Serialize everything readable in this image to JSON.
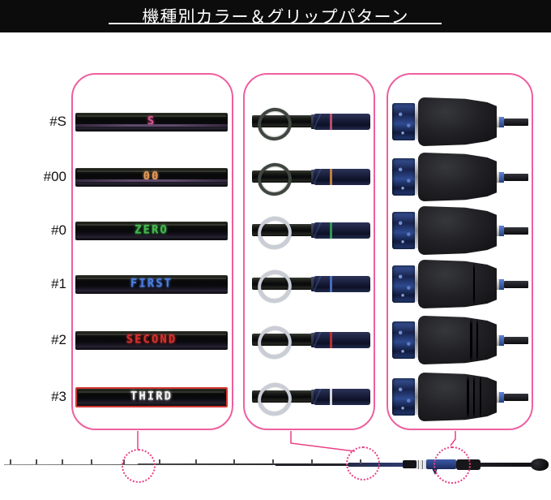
{
  "header": {
    "title": "機種別カラー＆グリップパターン"
  },
  "rows": [
    {
      "label": "#S",
      "logo": "S",
      "logo_color": "#d8558d",
      "ring_color": "#c2506f",
      "guide_metal": "dark",
      "grooves": 0,
      "blank_variant": "violet",
      "bar_border": ""
    },
    {
      "label": "#00",
      "logo": "00",
      "logo_color": "#e29a5b",
      "ring_color": "#c9843f",
      "guide_metal": "dark",
      "grooves": 0,
      "blank_variant": "violet",
      "bar_border": ""
    },
    {
      "label": "#0",
      "logo": "ZERO",
      "logo_color": "#43b94e",
      "ring_color": "#2f9e53",
      "guide_metal": "silver",
      "grooves": 0,
      "blank_variant": "plain",
      "bar_border": ""
    },
    {
      "label": "#1",
      "logo": "FIRST",
      "logo_color": "#4d7de2",
      "ring_color": "#4a71c4",
      "guide_metal": "silver",
      "grooves": 1,
      "blank_variant": "plain",
      "bar_border": ""
    },
    {
      "label": "#2",
      "logo": "SECOND",
      "logo_color": "#d5302d",
      "ring_color": "#bf3333",
      "guide_metal": "silver",
      "grooves": 2,
      "blank_variant": "plain",
      "bar_border": ""
    },
    {
      "label": "#3",
      "logo": "THIRD",
      "logo_color": "#f2f2f2",
      "ring_color": "#e2e2e6",
      "guide_metal": "silver",
      "grooves": 3,
      "blank_variant": "plain",
      "bar_border": "#d23732"
    }
  ],
  "colors": {
    "panel_border": "#ee5fa0",
    "callout": "#e74186",
    "header_bg": "#0c0c0c",
    "header_text": "#ffffff"
  },
  "footer": {
    "rod_guide_xs": [
      12,
      44,
      76,
      112,
      152,
      196,
      241,
      288,
      336,
      384,
      444
    ]
  }
}
